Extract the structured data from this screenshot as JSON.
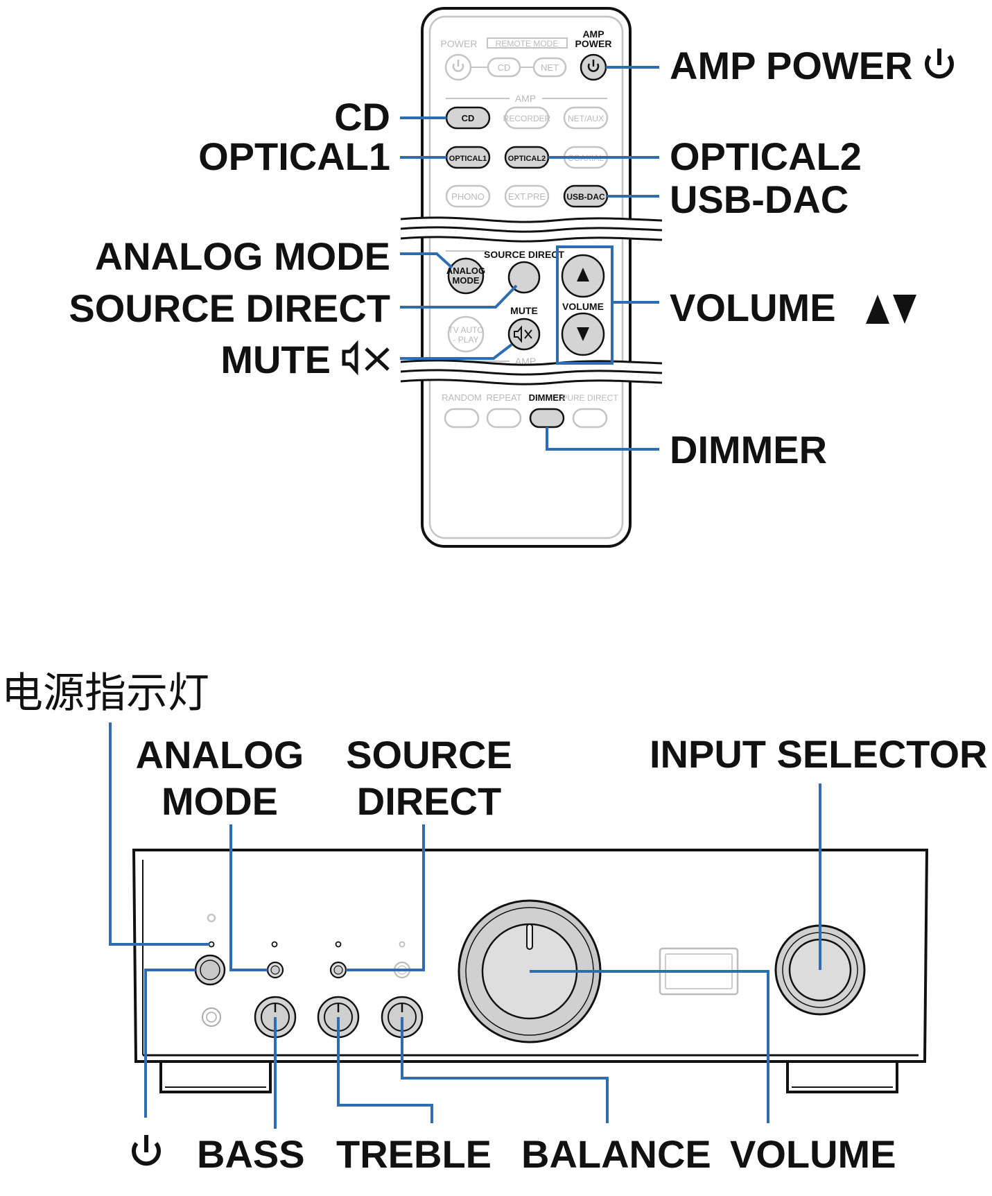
{
  "remote": {
    "power_label": "POWER",
    "remote_mode_label": "REMOTE MODE",
    "amp_power_label_1": "AMP",
    "amp_power_label_2": "POWER",
    "cd_small": "CD",
    "net_small": "NET",
    "amp_section_label": "AMP",
    "buttons": {
      "cd": "CD",
      "recorder": "RECORDER",
      "net_aux": "NET/AUX",
      "optical1": "OPTICAL1",
      "optical2": "OPTICAL2",
      "coaxial": "COAXIAL",
      "phono": "PHONO",
      "ext_pre": "EXT.PRE",
      "usb_dac": "USB-DAC",
      "analog_mode_1": "ANALOG",
      "analog_mode_2": "MODE",
      "source_direct": "SOURCE DIRECT",
      "volume": "VOLUME",
      "mute": "MUTE",
      "tv_auto_1": "TV AUTO",
      "tv_auto_2": "- PLAY",
      "amp_bottom": "AMP",
      "random": "RANDOM",
      "repeat": "REPEAT",
      "dimmer": "DIMMER",
      "pure_direct": "PURE DIRECT"
    }
  },
  "remote_callouts": {
    "amp_power": "AMP POWER",
    "cd": "CD",
    "optical1": "OPTICAL1",
    "optical2": "OPTICAL2",
    "usb_dac": "USB-DAC",
    "analog_mode": "ANALOG MODE",
    "source_direct": "SOURCE DIRECT",
    "volume": "VOLUME",
    "mute": "MUTE",
    "dimmer": "DIMMER"
  },
  "panel_callouts": {
    "power_indicator": "电源指示灯",
    "analog_mode_1": "ANALOG",
    "analog_mode_2": "MODE",
    "source_direct_1": "SOURCE",
    "source_direct_2": "DIRECT",
    "input_selector": "INPUT SELECTOR",
    "bass": "BASS",
    "treble": "TREBLE",
    "balance": "BALANCE",
    "volume": "VOLUME"
  },
  "icons": [
    "power-icon",
    "mute-icon",
    "volume-up-down-icon",
    "triangle-up-icon",
    "triangle-down-icon"
  ],
  "colors": {
    "callout_line": "#2e6db0"
  }
}
